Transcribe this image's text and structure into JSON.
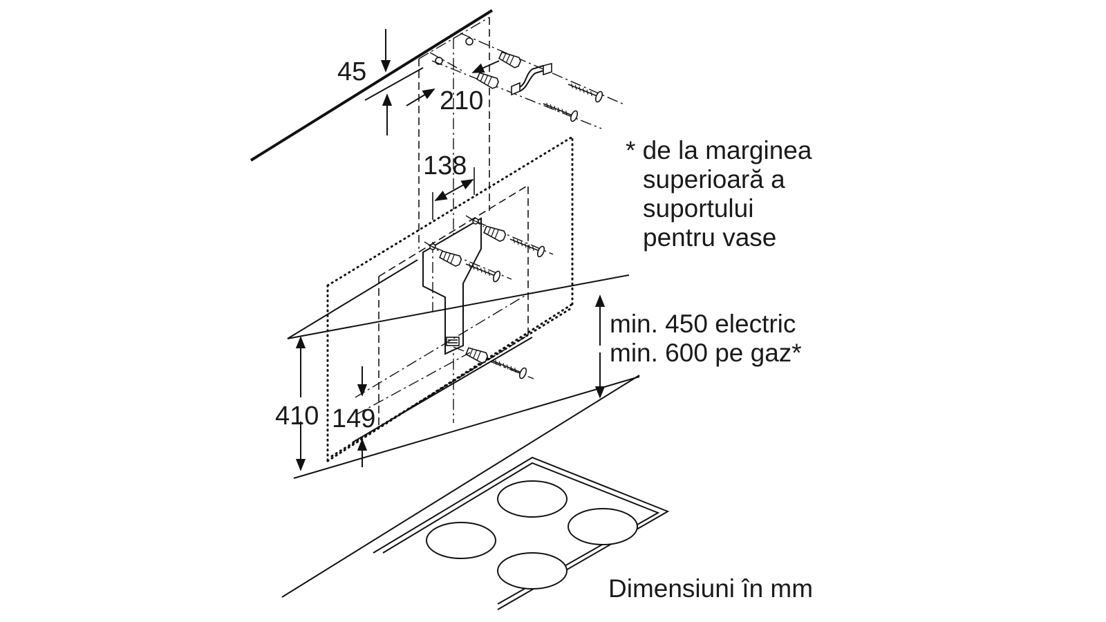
{
  "dimensions": {
    "d45": "45",
    "d210": "210",
    "d138": "138",
    "d410": "410",
    "d149": "149"
  },
  "note_asterisk": {
    "line1": "* de la marginea",
    "line2": "superioară a",
    "line3": "suportului",
    "line4": "pentru vase"
  },
  "min_height": {
    "electric": "min. 450 electric",
    "gas": "min. 600 pe gaz*"
  },
  "units_caption": "Dimensiuni în mm",
  "icons": {
    "wall_plug": "wall-plug-icon",
    "screw": "screw-icon",
    "bracket": "bracket-icon",
    "hob": "hob-icon"
  }
}
